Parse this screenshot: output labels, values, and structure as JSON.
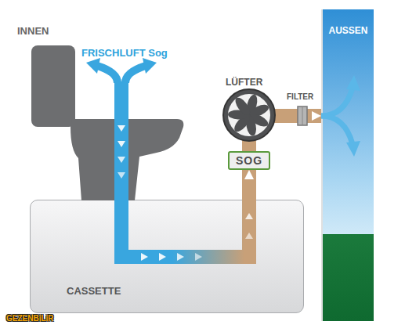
{
  "diagram": {
    "nodes": [
      {
        "text": [
          "AUSSEN"
        ]
      },
      {
        "text": [
          "SOG"
        ]
      },
      {
        "text": [
          "CASSETTE"
        ]
      }
    ],
    "edges": [
      {
        "from": 2,
        "to": 1,
        "arrow": "to"
      },
      {
        "from": 1,
        "to": 0,
        "arrow": "to"
      }
    ],
    "labels": [
      "INNEN",
      "FRISCHLUFT Sog",
      "LÜFTER",
      "FILTER",
      "GEZENBiLiR"
    ]
  }
}
